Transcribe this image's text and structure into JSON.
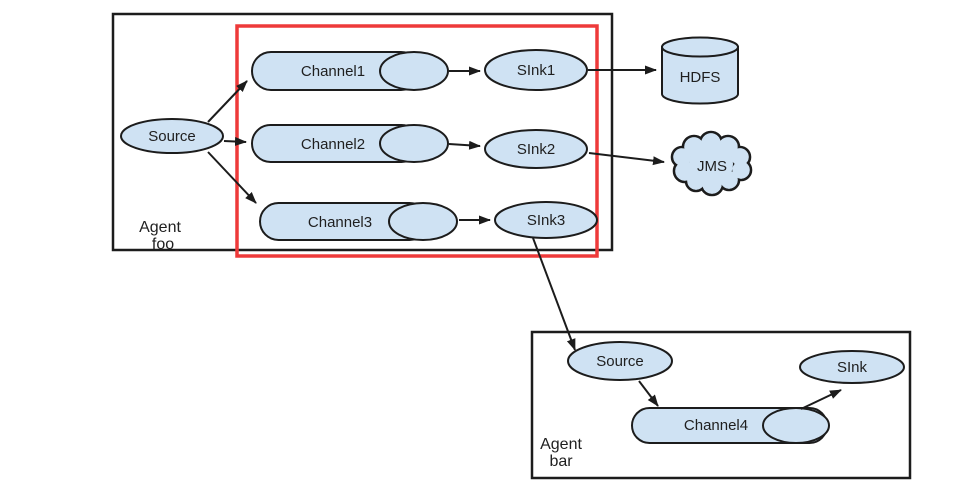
{
  "colors": {
    "node_fill": "#cfe2f3",
    "node_stroke": "#1c1c1c",
    "highlight_red": "#ee3a3a",
    "text_color": "#1f1f1f"
  },
  "agent_foo": {
    "label_line1": "Agent",
    "label_line2": "foo",
    "source": "Source",
    "channels": [
      "Channel1",
      "Channel2",
      "Channel3"
    ],
    "sinks": [
      "SInk1",
      "SInk2",
      "SInk3"
    ]
  },
  "external": {
    "hdfs": "HDFS",
    "jms": "JMS"
  },
  "agent_bar": {
    "label_line1": "Agent",
    "label_line2": "bar",
    "source": "Source",
    "channel": "Channel4",
    "sink": "SInk"
  }
}
